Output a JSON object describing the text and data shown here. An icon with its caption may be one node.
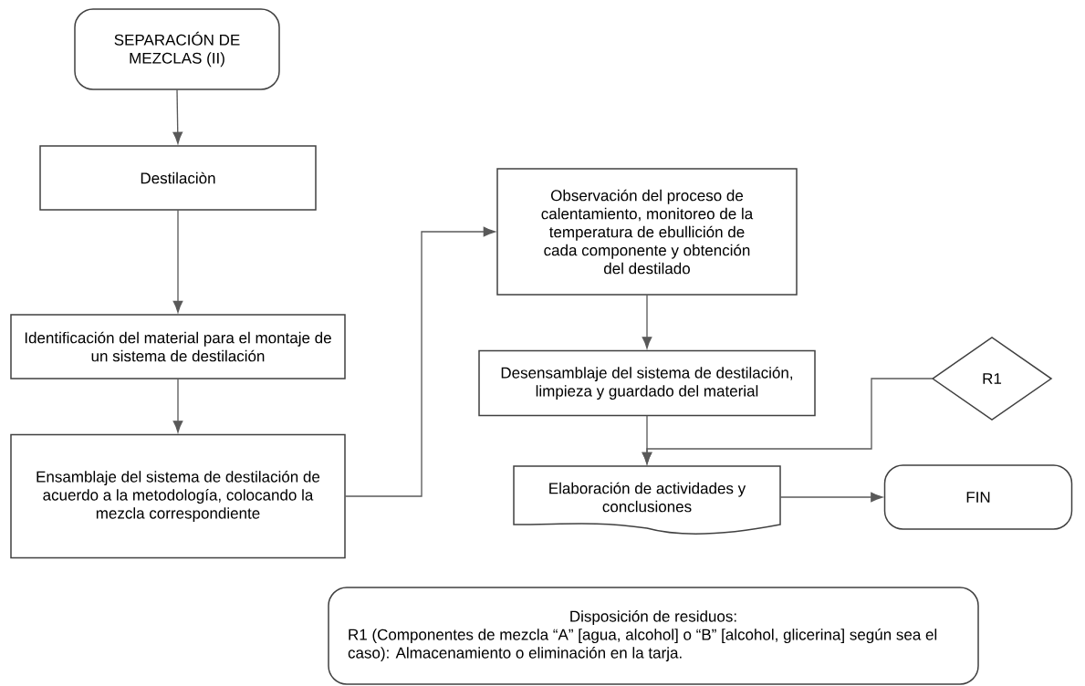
{
  "diagram": {
    "nodes": [
      {
        "text": [
          "SEPARACIÓN DE MEZCLAS (II)"
        ]
      },
      {
        "text": [
          "Destilaciòn"
        ]
      },
      {
        "text": [
          "Identificación del material para el montaje de un sistema de destilación"
        ]
      },
      {
        "text": [
          "Ensamblaje del sistema de destilación de acuerdo a la metodología, colocando la mezcla correspondiente"
        ]
      },
      {
        "text": [
          "Observación del proceso de calentamiento, monitoreo de la temperatura de ebullición de cada componente y obtención del destilado"
        ]
      },
      {
        "text": [
          "Desensamblaje del sistema de destilación, limpieza y guardado del material"
        ]
      },
      {
        "text": [
          "Elaboración de actividades y conclusiones"
        ]
      },
      {
        "text": [
          "R1"
        ]
      },
      {
        "text": [
          "FIN"
        ]
      },
      {
        "text": [
          "Disposición de residuos:",
          "R1 (Componentes de mezcla “A” [agua, alcohol] o “B” [alcohol, glicerina] según sea el caso): Almacenamiento o eliminación en la tarja."
        ]
      }
    ],
    "edges": [
      {
        "from": 0,
        "to": 1,
        "arrow": "to"
      },
      {
        "from": 1,
        "to": 2,
        "arrow": "to"
      },
      {
        "from": 2,
        "to": 3,
        "arrow": "to"
      },
      {
        "from": 3,
        "to": 4,
        "arrow": "to"
      },
      {
        "from": 4,
        "to": 5,
        "arrow": "to"
      },
      {
        "from": 5,
        "to": 6,
        "arrow": "to"
      },
      {
        "from": 7,
        "to": 6,
        "arrow": "to"
      },
      {
        "from": 6,
        "to": 8,
        "arrow": "to"
      }
    ]
  }
}
